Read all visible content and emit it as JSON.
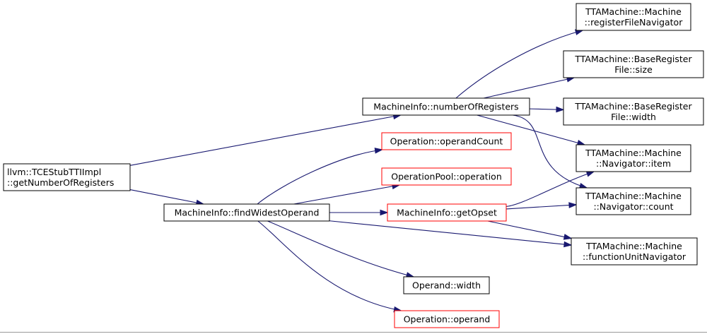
{
  "colors": {
    "edge": "#191970",
    "root_fill": "#bfbfbf",
    "normal_border": "#000000",
    "external_border": "#ff0000"
  },
  "nodes": [
    {
      "id": "root",
      "lines": [
        "llvm::TCEStubTTIImpl",
        "::getNumberOfRegisters"
      ],
      "style": "root"
    },
    {
      "id": "numberOfRegisters",
      "lines": [
        "MachineInfo::numberOfRegisters"
      ],
      "style": "normal"
    },
    {
      "id": "findWidestOperand",
      "lines": [
        "MachineInfo::findWidestOperand"
      ],
      "style": "normal"
    },
    {
      "id": "operandCount",
      "lines": [
        "Operation::operandCount"
      ],
      "style": "external"
    },
    {
      "id": "poolOperation",
      "lines": [
        "OperationPool::operation"
      ],
      "style": "external"
    },
    {
      "id": "getOpset",
      "lines": [
        "MachineInfo::getOpset"
      ],
      "style": "external"
    },
    {
      "id": "operandWidth",
      "lines": [
        "Operand::width"
      ],
      "style": "normal"
    },
    {
      "id": "operationOperand",
      "lines": [
        "Operation::operand"
      ],
      "style": "external"
    },
    {
      "id": "registerFileNavigator",
      "lines": [
        "TTAMachine::Machine",
        "::registerFileNavigator"
      ],
      "style": "normal"
    },
    {
      "id": "brfSize",
      "lines": [
        "TTAMachine::BaseRegister",
        "File::size"
      ],
      "style": "normal"
    },
    {
      "id": "brfWidth",
      "lines": [
        "TTAMachine::BaseRegister",
        "File::width"
      ],
      "style": "normal"
    },
    {
      "id": "navItem",
      "lines": [
        "TTAMachine::Machine",
        "::Navigator::item"
      ],
      "style": "normal"
    },
    {
      "id": "navCount",
      "lines": [
        "TTAMachine::Machine",
        "::Navigator::count"
      ],
      "style": "normal"
    },
    {
      "id": "functionUnitNavigator",
      "lines": [
        "TTAMachine::Machine",
        "::functionUnitNavigator"
      ],
      "style": "normal"
    }
  ],
  "edges": [
    [
      "root",
      "numberOfRegisters"
    ],
    [
      "root",
      "findWidestOperand"
    ],
    [
      "numberOfRegisters",
      "registerFileNavigator"
    ],
    [
      "numberOfRegisters",
      "brfSize"
    ],
    [
      "numberOfRegisters",
      "brfWidth"
    ],
    [
      "numberOfRegisters",
      "navItem"
    ],
    [
      "numberOfRegisters",
      "navCount"
    ],
    [
      "findWidestOperand",
      "operandCount"
    ],
    [
      "findWidestOperand",
      "poolOperation"
    ],
    [
      "findWidestOperand",
      "getOpset"
    ],
    [
      "findWidestOperand",
      "functionUnitNavigator"
    ],
    [
      "findWidestOperand",
      "operandWidth"
    ],
    [
      "findWidestOperand",
      "operationOperand"
    ],
    [
      "getOpset",
      "navItem"
    ],
    [
      "getOpset",
      "navCount"
    ],
    [
      "getOpset",
      "functionUnitNavigator"
    ]
  ]
}
